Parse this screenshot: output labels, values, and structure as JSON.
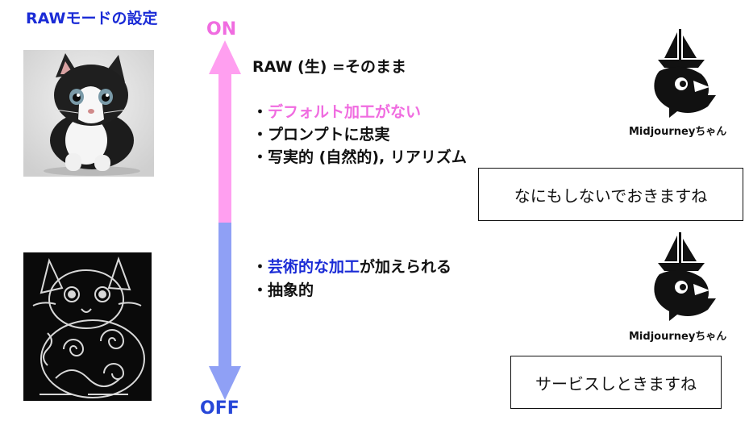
{
  "title": "RAWモードの設定",
  "axis": {
    "on_label": "ON",
    "off_label": "OFF"
  },
  "colors": {
    "pink": "#f06ce0",
    "blue": "#1a2bd6",
    "arrow_top": "#ff9ff0",
    "arrow_bottom": "#8fa0f5"
  },
  "on_section": {
    "heading": "RAW (生) =そのまま",
    "bullets": [
      {
        "bullet": "・",
        "highlight": "デフォルト加工がない",
        "rest": ""
      },
      {
        "bullet": "・",
        "highlight": "",
        "rest": "プロンプトに忠実"
      },
      {
        "bullet": "・",
        "highlight": "",
        "rest": "写実的 (自然的), リアリズム"
      }
    ],
    "speech": "なにもしないでおきますね",
    "character_name": "Midjourneyちゃん"
  },
  "off_section": {
    "bullets": [
      {
        "bullet": "・",
        "highlight": "芸術的な加工",
        "rest": "が加えられる"
      },
      {
        "bullet": "・",
        "highlight": "",
        "rest": "抽象的"
      }
    ],
    "speech": "サービスしときますね",
    "character_name": "Midjourneyちゃん"
  },
  "images": {
    "realistic_cat": "photo-kitten-image",
    "artistic_cat": "ornate-cat-art-image",
    "mascot": "sailboat-bird-icon"
  }
}
